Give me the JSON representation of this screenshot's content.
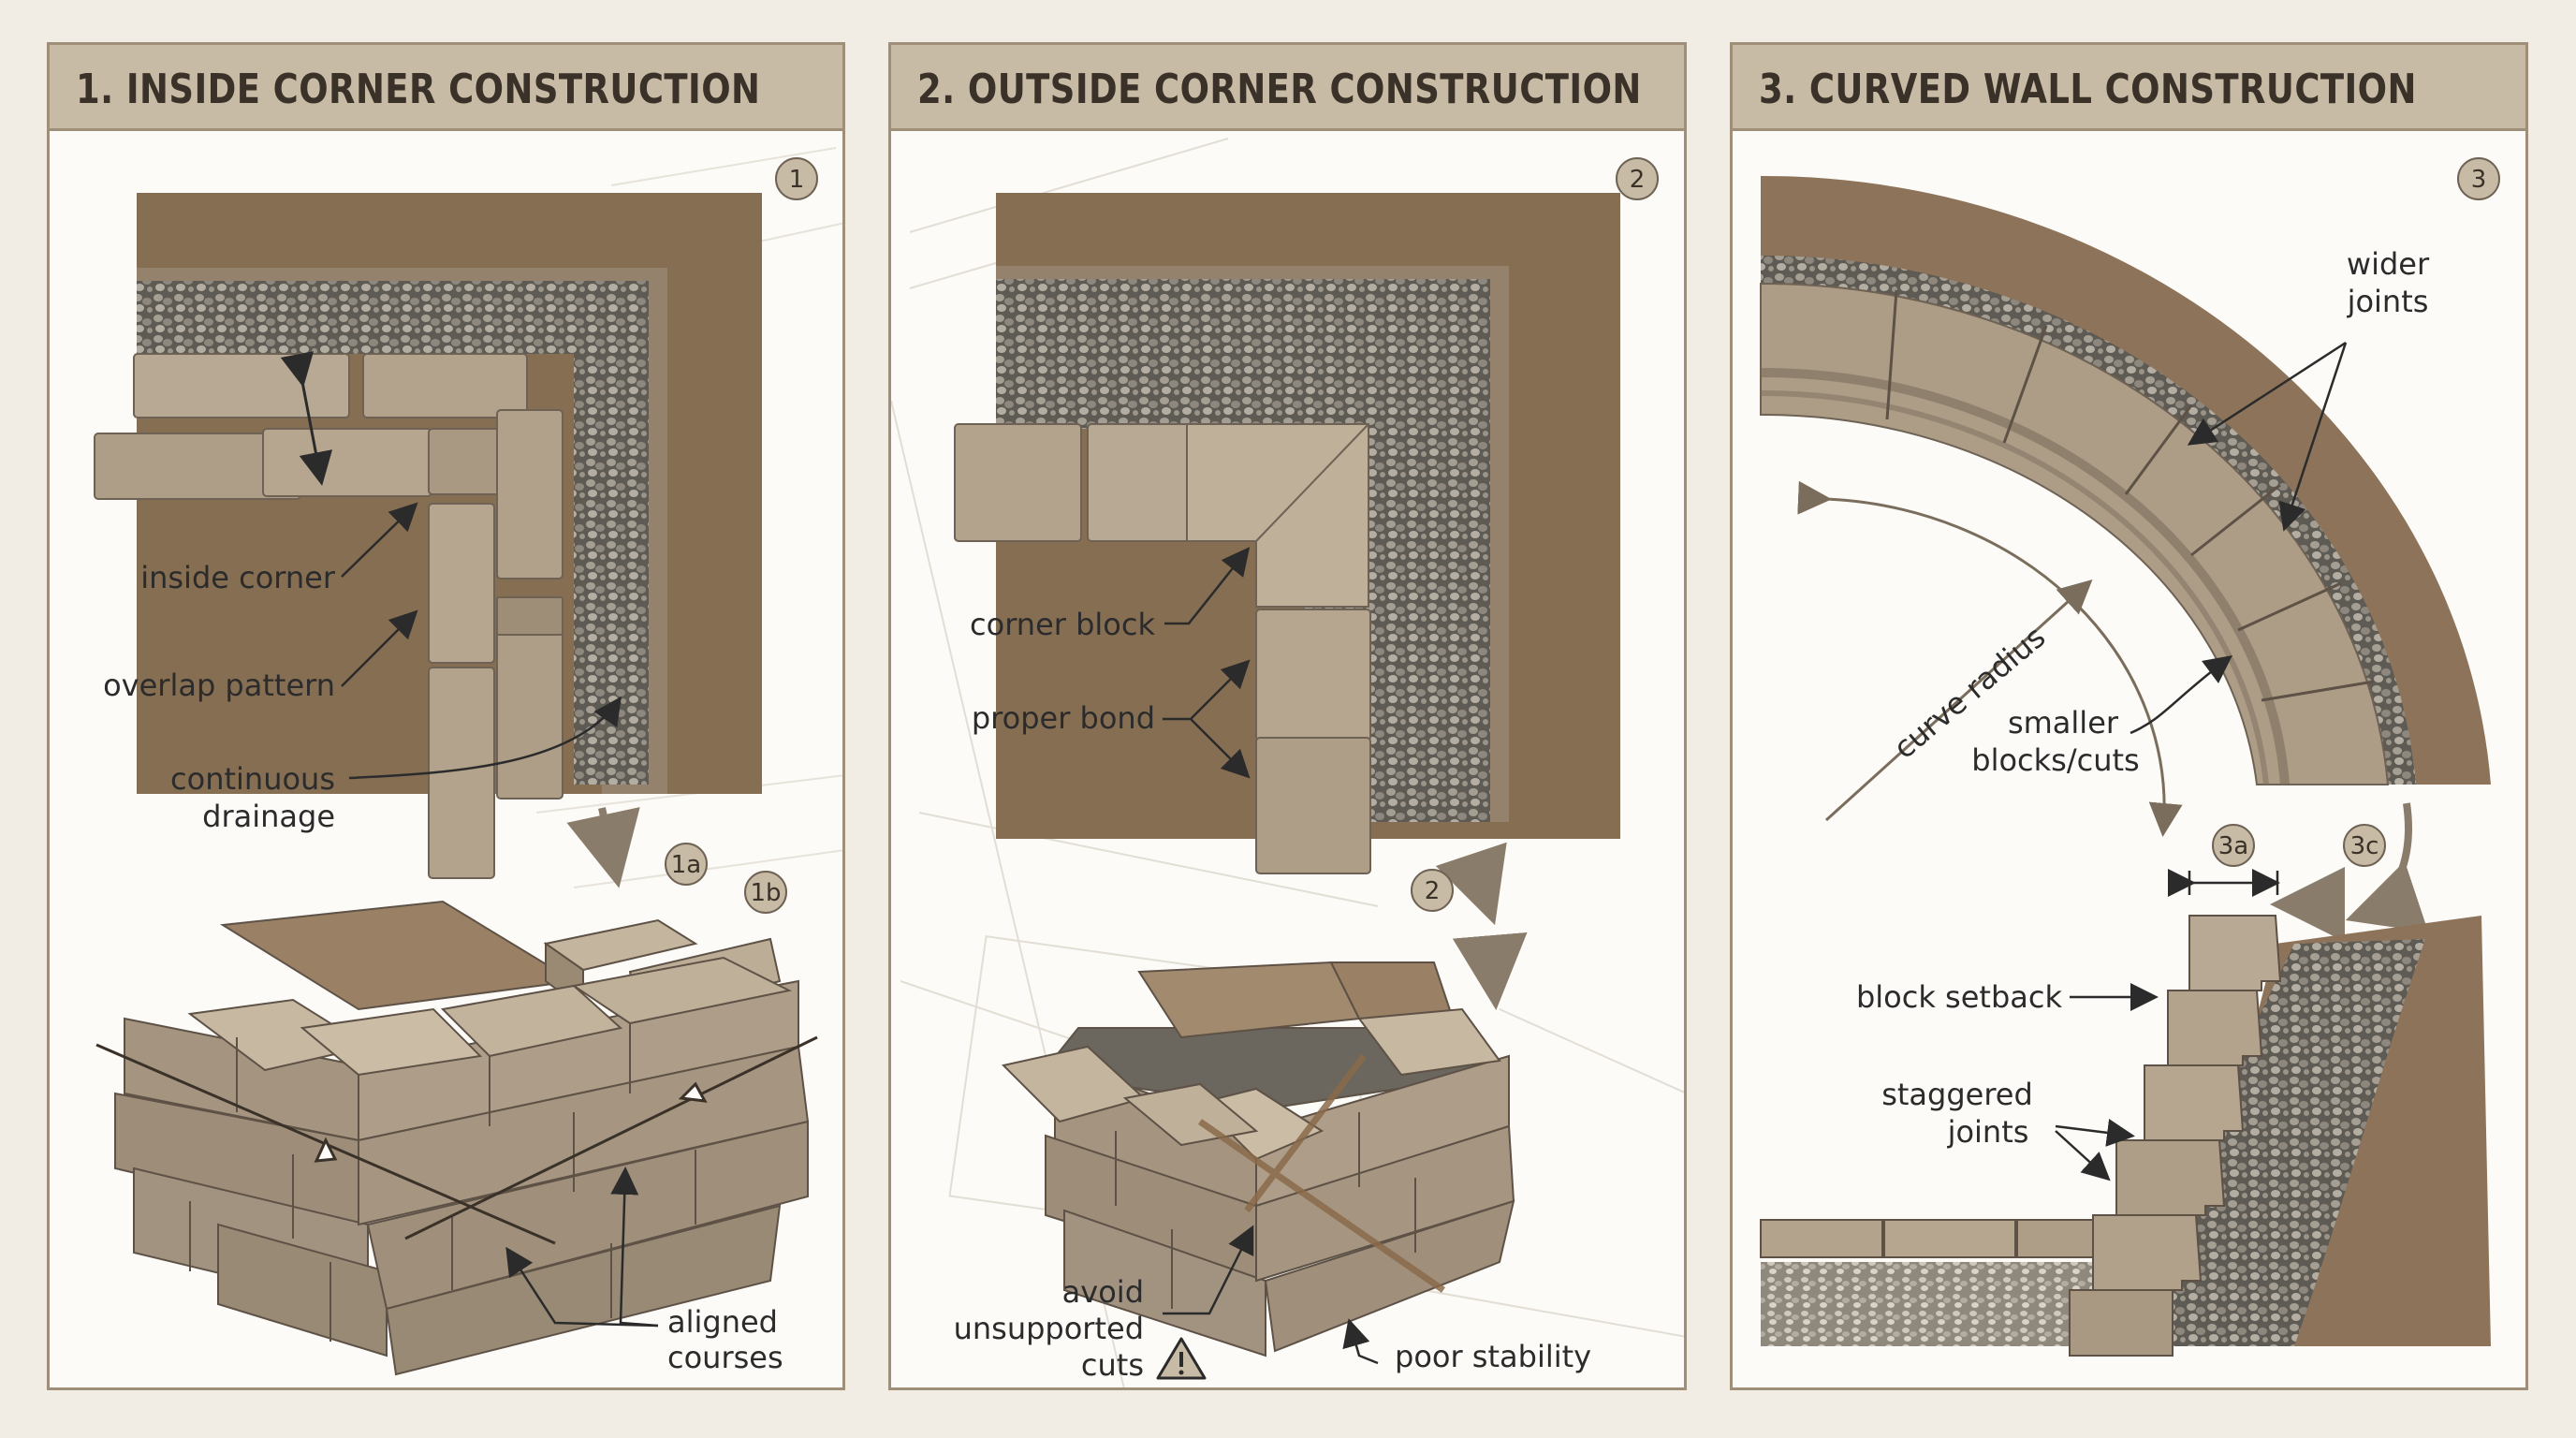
{
  "panels": [
    {
      "title": "1. INSIDE CORNER CONSTRUCTION",
      "badges": [
        "1",
        "1a",
        "1b"
      ],
      "labels": {
        "inside_corner": "inside corner",
        "overlap_pattern": "overlap pattern",
        "continuous_drainage_1": "continuous",
        "continuous_drainage_2": "drainage",
        "aligned_courses_1": "aligned",
        "aligned_courses_2": "courses"
      }
    },
    {
      "title": "2. OUTSIDE CORNER CONSTRUCTION",
      "badges": [
        "2",
        "2"
      ],
      "labels": {
        "corner_block": "corner block",
        "proper_bond": "proper bond",
        "avoid_1": "avoid",
        "avoid_2": "unsupported",
        "avoid_3": "cuts",
        "poor_stability": "poor stability"
      }
    },
    {
      "title": "3. CURVED WALL CONSTRUCTION",
      "badges": [
        "3",
        "3a",
        "3c"
      ],
      "labels": {
        "wider_joints_1": "wider",
        "wider_joints_2": "joints",
        "curve_radius": "curve radius",
        "smaller_blocks_1": "smaller",
        "smaller_blocks_2": "blocks/cuts",
        "block_setback": "block setback",
        "staggered_joints_1": "staggered",
        "staggered_joints_2": "joints"
      }
    }
  ],
  "colors": {
    "header": "#c8bba5",
    "border": "#a08f78",
    "soil": "#8c7359",
    "gravel": "#6f6a62",
    "block": "#b3a38d",
    "arrow": "#8a7c6a"
  }
}
